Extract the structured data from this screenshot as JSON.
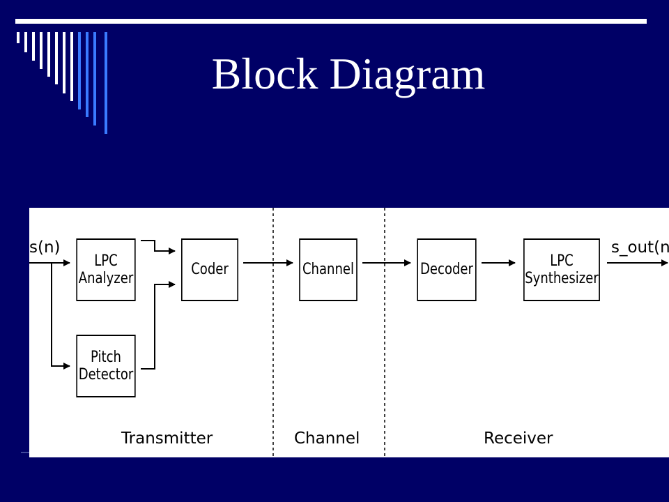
{
  "slide": {
    "title": "Block Diagram",
    "colors": {
      "background": "#000066",
      "accent_bar": "#ffffff",
      "stripe_blue": "#3366ff"
    }
  },
  "diagram": {
    "input_signal": "s(n)",
    "output_signal": "s_out(n)",
    "blocks": {
      "lpc_analyzer": "LPC\nAnalyzer",
      "pitch_detector": "Pitch\nDetector",
      "coder": "Coder",
      "channel": "Channel",
      "decoder": "Decoder",
      "lpc_synthesizer": "LPC\nSynthesizer"
    },
    "sections": {
      "transmitter": "Transmitter",
      "channel": "Channel",
      "receiver": "Receiver"
    }
  }
}
